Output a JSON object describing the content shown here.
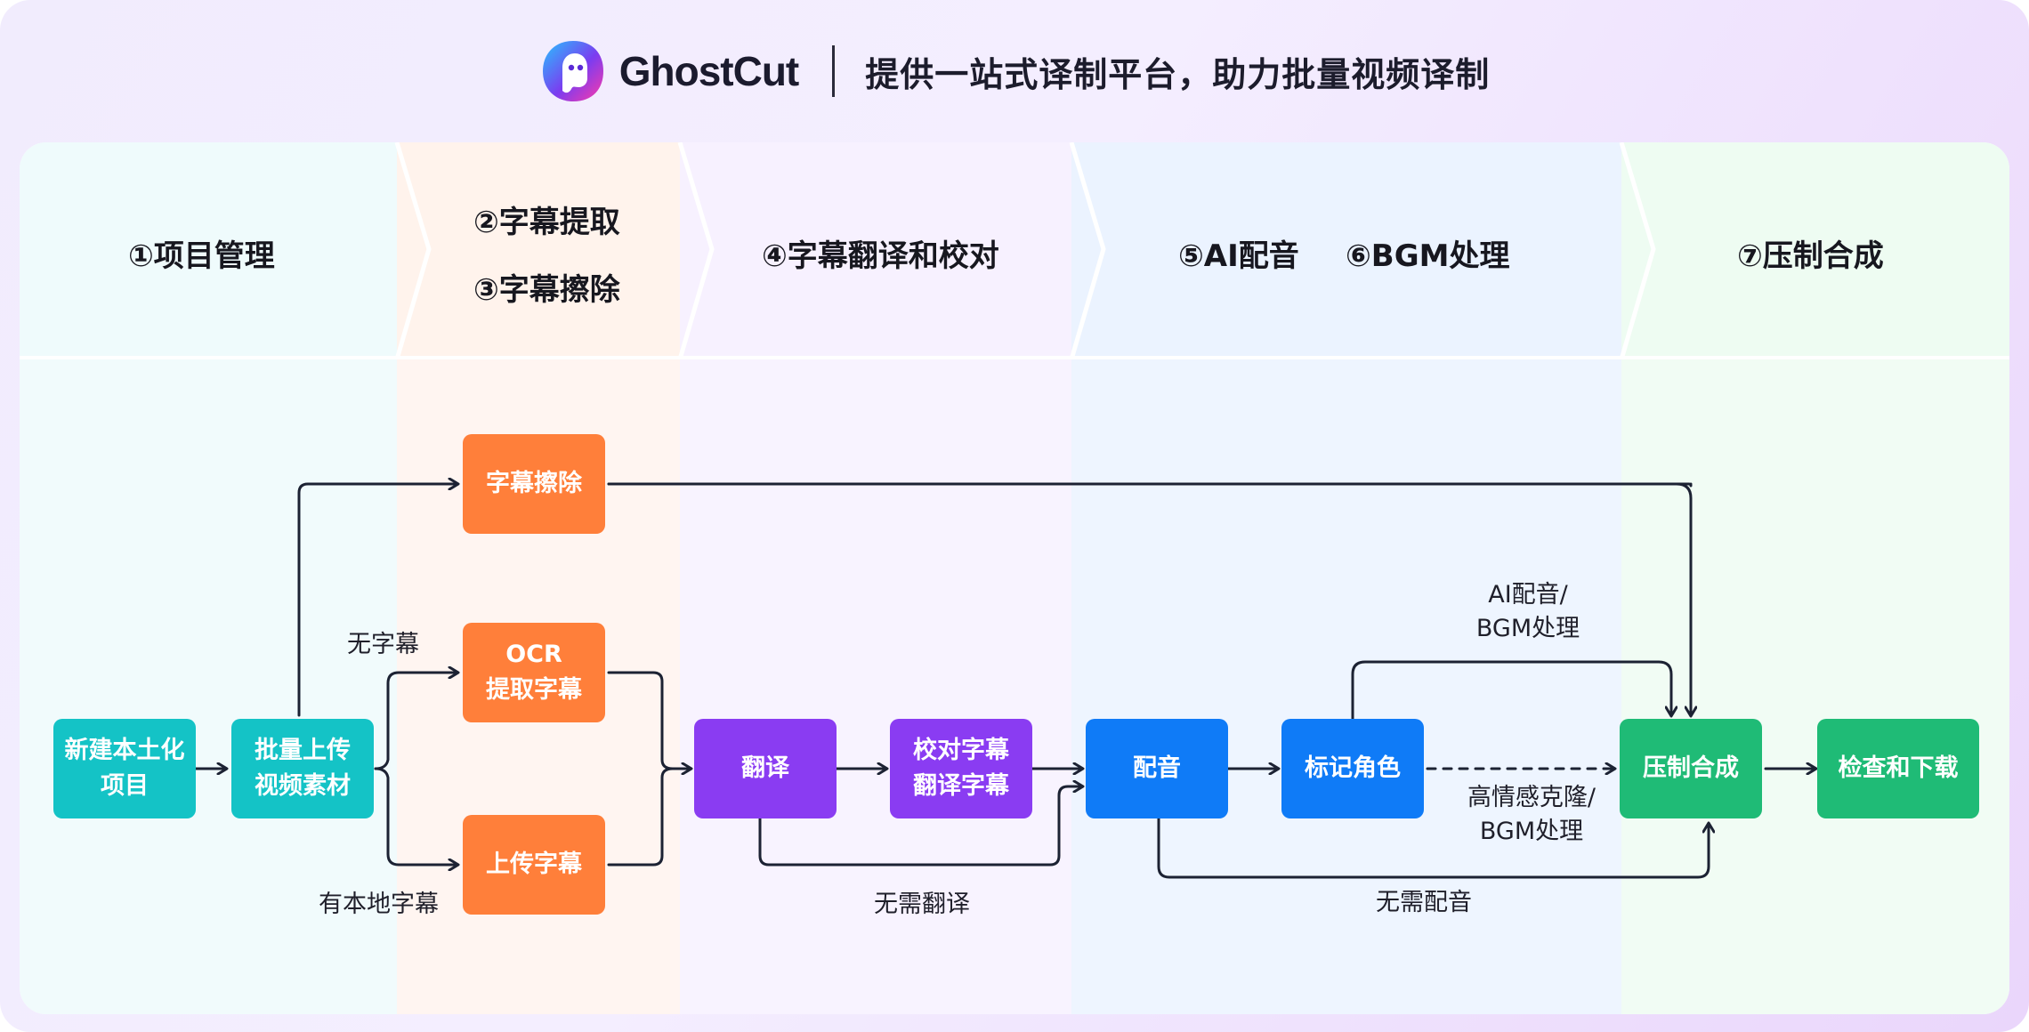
{
  "header": {
    "logo_text": "GhostCut",
    "tagline": "提供一站式译制平台，助力批量视频译制"
  },
  "phases": [
    {
      "lines": [
        "①项目管理"
      ]
    },
    {
      "lines": [
        "②字幕提取",
        "③字幕擦除"
      ]
    },
    {
      "lines": [
        "④字幕翻译和校对"
      ]
    },
    {
      "lines": [
        "⑤AI配音",
        "⑥BGM处理"
      ]
    },
    {
      "lines": [
        "⑦压制合成"
      ]
    }
  ],
  "nodes": {
    "new_project": [
      "新建本土化",
      "项目"
    ],
    "batch_upload": [
      "批量上传",
      "视频素材"
    ],
    "subtitle_erase": [
      "字幕擦除"
    ],
    "ocr_extract": [
      "OCR",
      "提取字幕"
    ],
    "upload_subtitle": [
      "上传字幕"
    ],
    "translate": [
      "翻译"
    ],
    "proofread": [
      "校对字幕",
      "翻译字幕"
    ],
    "dubbing": [
      "配音"
    ],
    "mark_roles": [
      "标记角色"
    ],
    "compose": [
      "压制合成"
    ],
    "check_download": [
      "检查和下载"
    ]
  },
  "edge_labels": {
    "no_subtitle": "无字幕",
    "has_local_subtitle": "有本地字幕",
    "no_translation": "无需翻译",
    "ai_dub_bgm": [
      "AI配音/",
      "BGM处理"
    ],
    "emotion_clone_bgm": [
      "高情感克隆/",
      "BGM处理"
    ],
    "no_dubbing": "无需配音"
  },
  "colors": {
    "teal": "#14c3c6",
    "orange": "#ff7f3a",
    "purple": "#8a3cf2",
    "blue": "#0f7bf7",
    "green": "#1fbb76"
  }
}
